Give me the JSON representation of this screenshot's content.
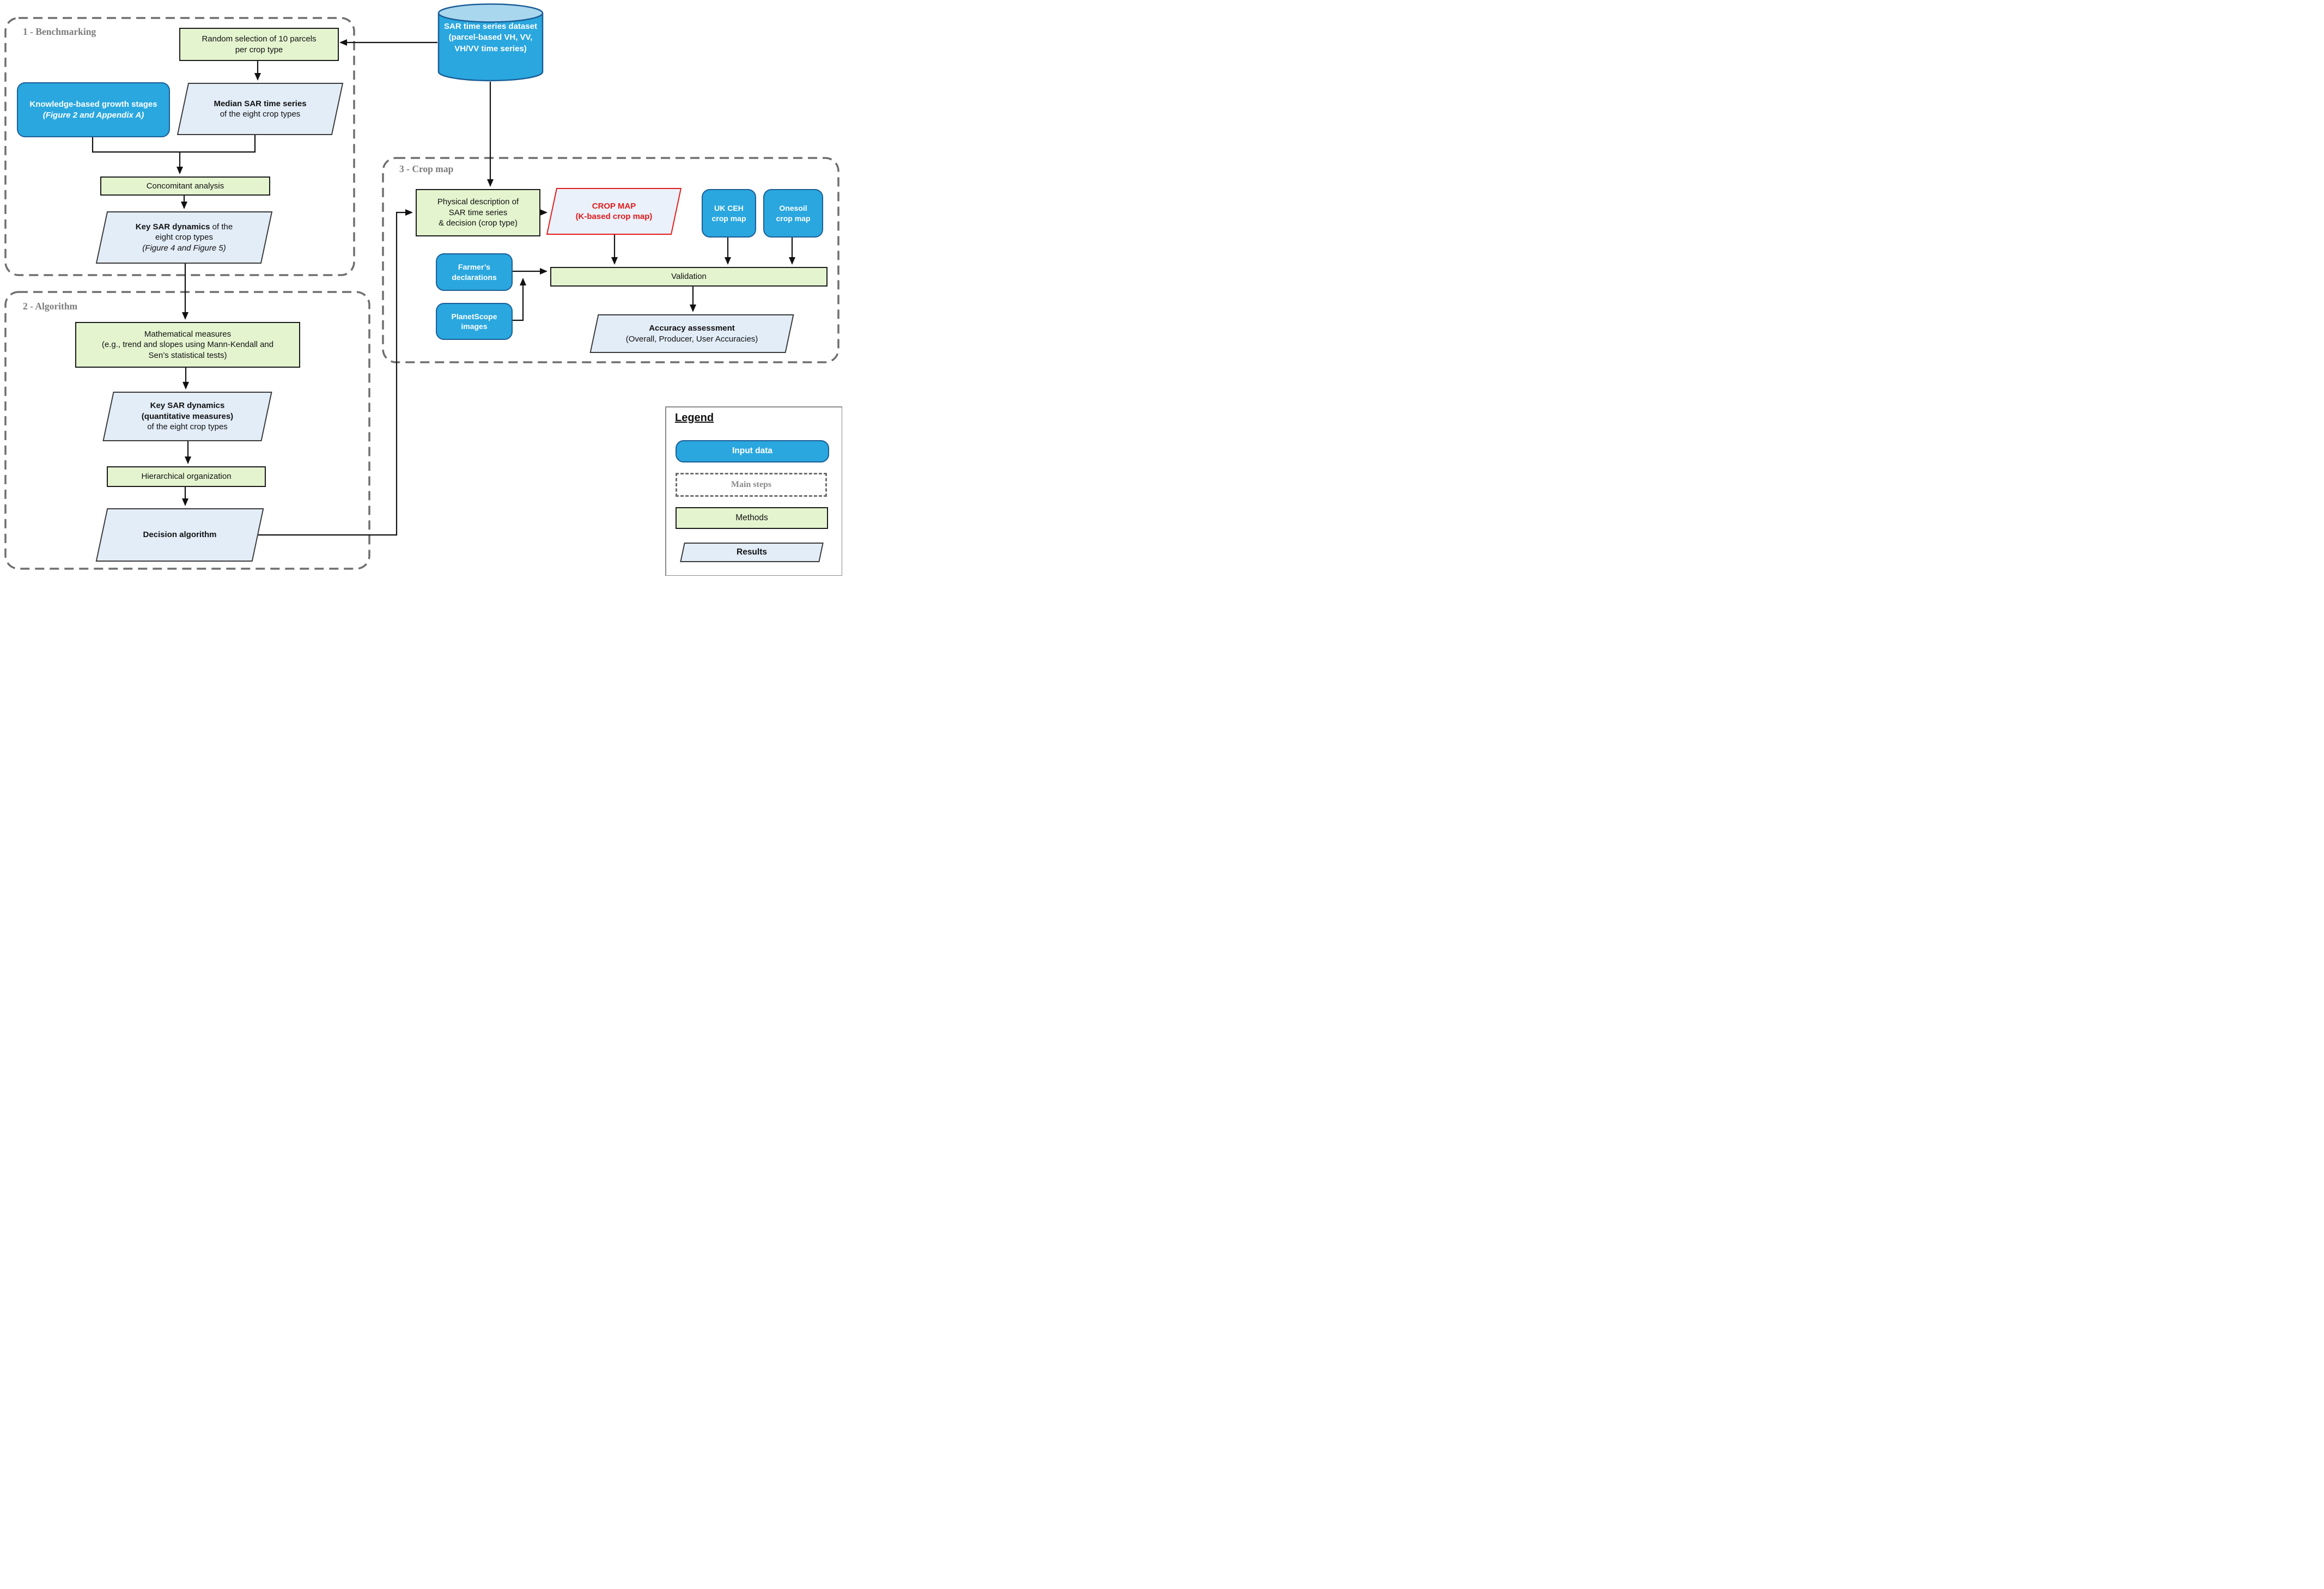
{
  "colors": {
    "input_blue": "#2AA7DF",
    "input_border": "#1B5E97",
    "cylinder_top": "#A9D7EE",
    "method_green": "#E4F4CF",
    "result_fill": "#E3EDF8",
    "highlight_red": "#E01B1C",
    "dash_gray": "#6E6E6E"
  },
  "sections": {
    "benchmarking": {
      "label": "1 - Benchmarking"
    },
    "algorithm": {
      "label": "2 - Algorithm"
    },
    "crop_map": {
      "label": "3 - Crop map"
    }
  },
  "nodes": {
    "sar_dataset": {
      "line1": "SAR time series dataset",
      "line2": "(parcel-based VH, VV,",
      "line3": "VH/VV time series)"
    },
    "random_selection": {
      "line1": "Random selection of 10 parcels",
      "line2": "per crop type"
    },
    "knowledge": {
      "line1": "Knowledge-based growth stages",
      "line2": "(Figure 2 and Appendix A)"
    },
    "median": {
      "line1": "Median SAR time series",
      "line2": "of the eight crop types"
    },
    "concomitant": {
      "label": "Concomitant analysis"
    },
    "key_sar_1": {
      "line1_bold": "Key SAR dynamics",
      "line1_rest": " of the",
      "line2": "eight crop types",
      "line3": "(Figure 4 and Figure 5)"
    },
    "math_measures": {
      "line1": "Mathematical measures",
      "line2": "(e.g., trend and slopes using Mann-Kendall and",
      "line3": "Sen’s statistical tests)"
    },
    "key_sar_2": {
      "line1": "Key SAR dynamics",
      "line2": "(quantitative measures)",
      "line3": "of the eight crop types"
    },
    "hierarchical": {
      "label": "Hierarchical organization"
    },
    "decision": {
      "label": "Decision algorithm"
    },
    "physical": {
      "line1": "Physical description of",
      "line2": "SAR time series",
      "line3": "& decision (crop type)"
    },
    "crop_map_result": {
      "line1": "CROP MAP",
      "line2": "(K-based crop map)"
    },
    "uk_ceh": {
      "line1": "UK CEH",
      "line2": "crop map"
    },
    "onesoil": {
      "line1": "Onesoil",
      "line2": "crop map"
    },
    "farmers": {
      "line1": "Farmer’s",
      "line2": "declarations"
    },
    "planetscope": {
      "line1": "PlanetScope",
      "line2": "images"
    },
    "validation": {
      "label": "Validation"
    },
    "accuracy": {
      "line1": "Accuracy assessment",
      "line2": "(Overall, Producer, User Accuracies)"
    }
  },
  "legend": {
    "title": "Legend",
    "input_data": "Input data",
    "main_steps": "Main steps",
    "methods": "Methods",
    "results": "Results"
  }
}
